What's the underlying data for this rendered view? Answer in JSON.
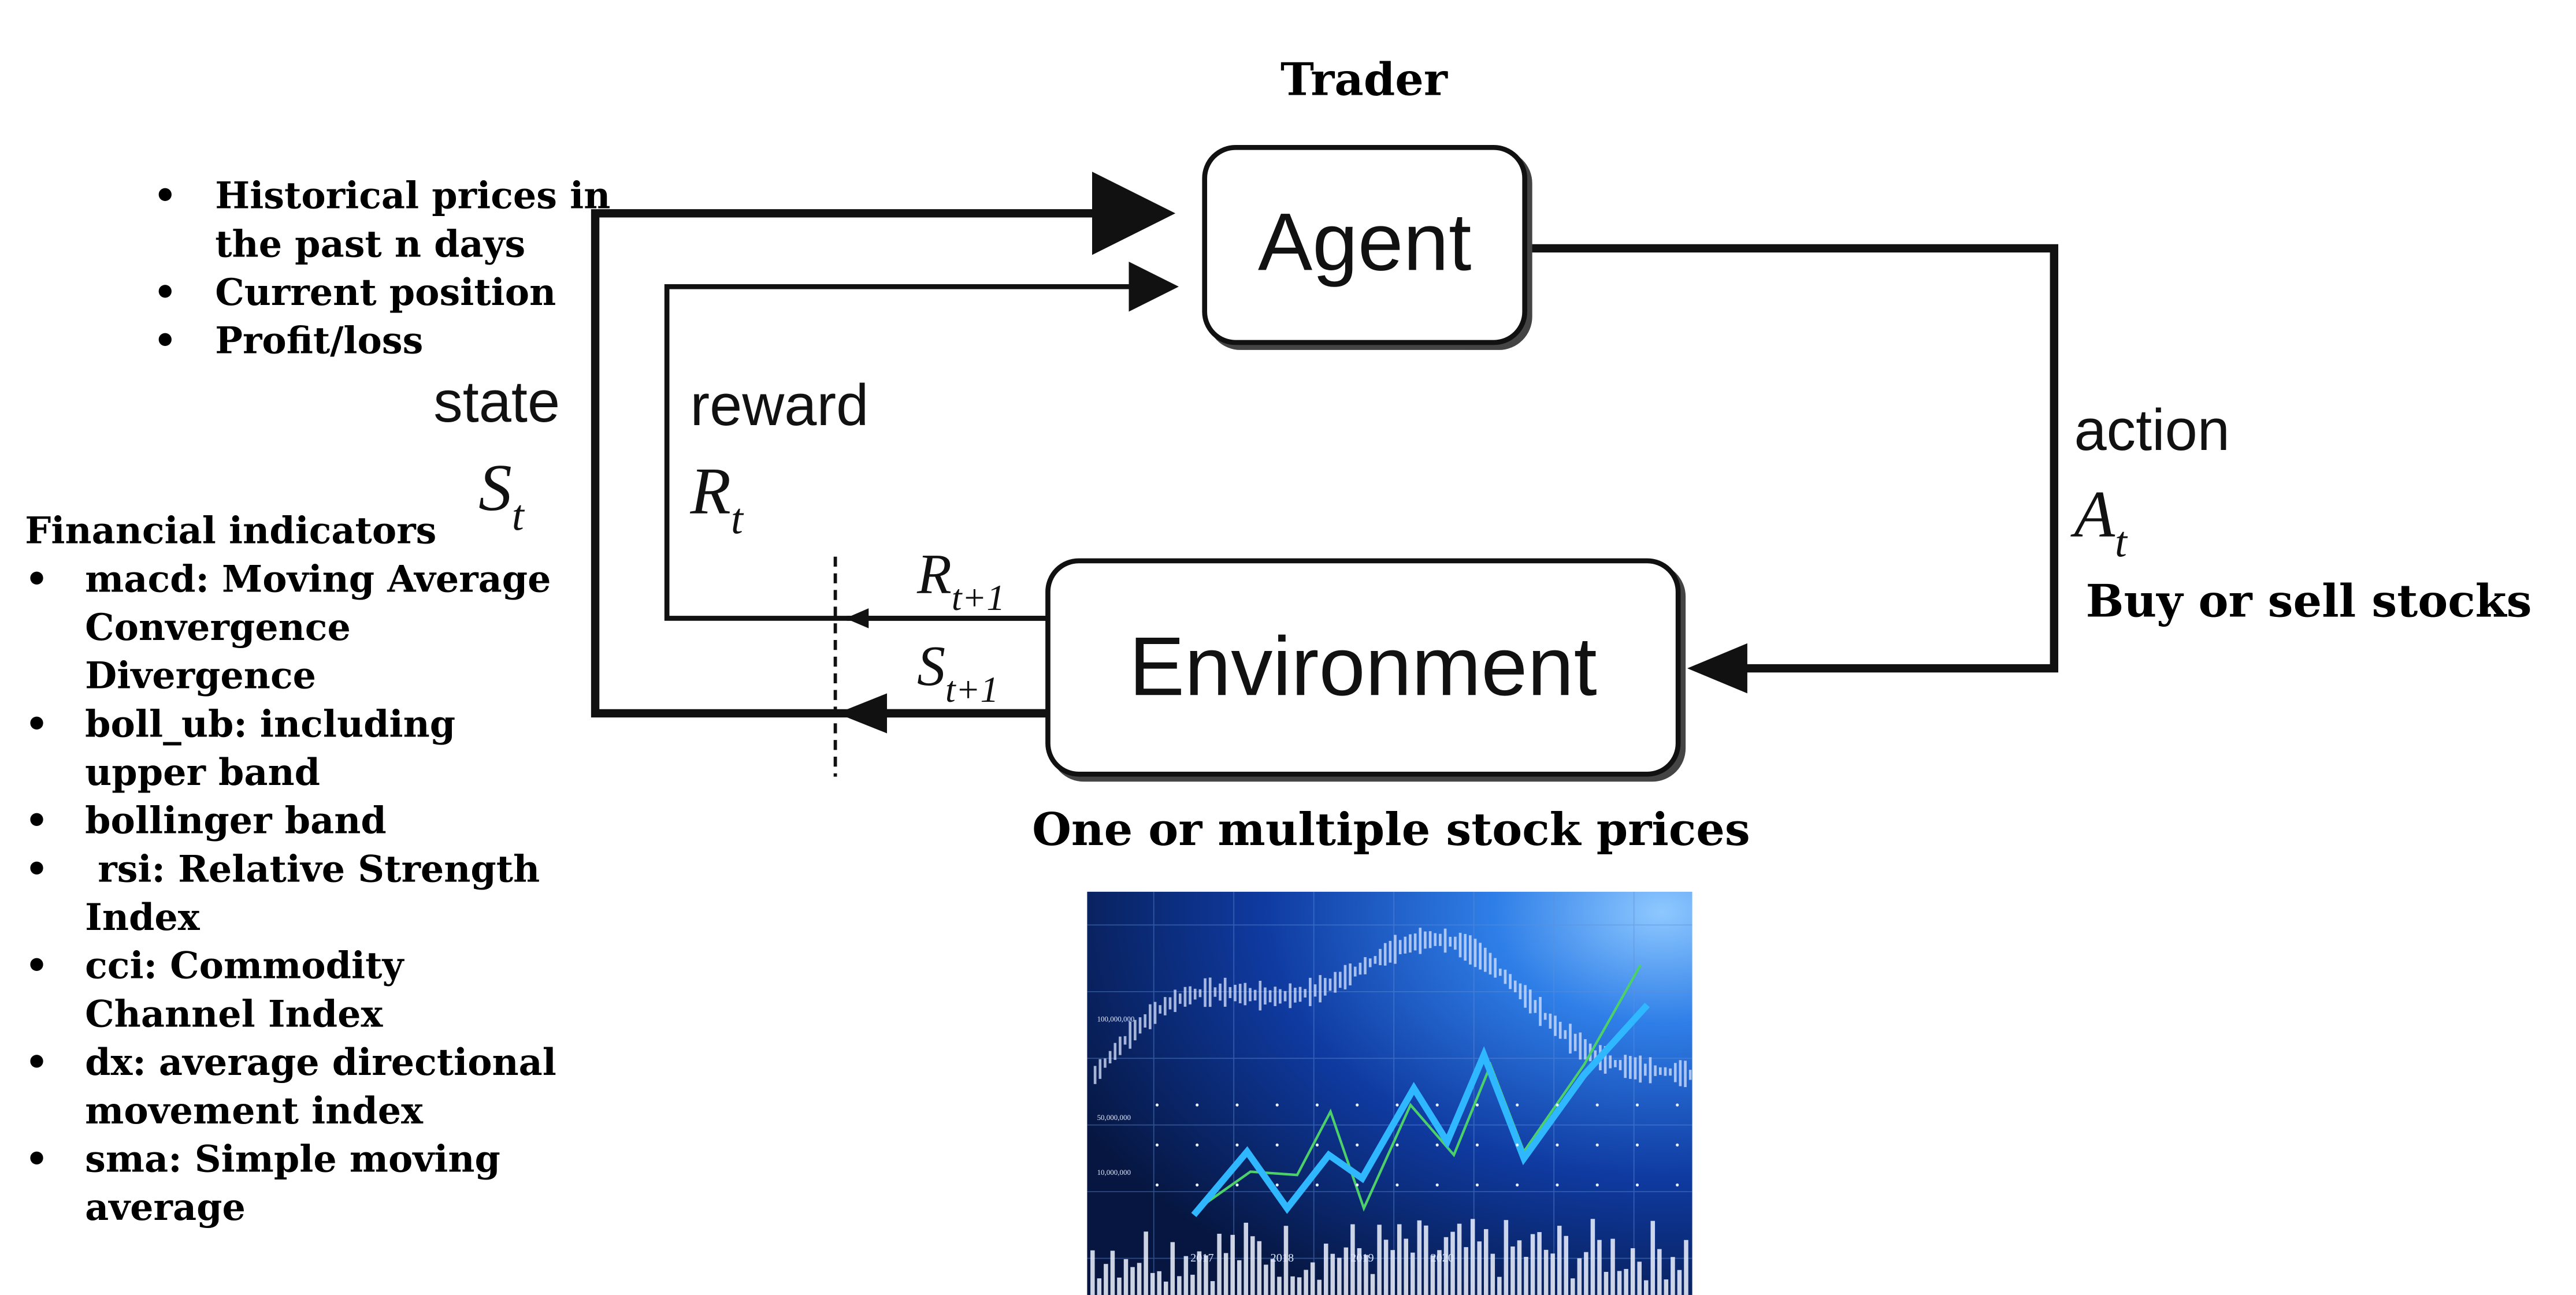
{
  "trader_label": "Trader",
  "agent_label": "Agent",
  "environment_label": "Environment",
  "state": {
    "word": "state",
    "symbol": "S",
    "sub": "t"
  },
  "reward": {
    "word": "reward",
    "symbol": "R",
    "sub": "t"
  },
  "action": {
    "word": "action",
    "symbol": "A",
    "sub": "t"
  },
  "next_reward": {
    "symbol": "R",
    "sub": "t+1"
  },
  "next_state": {
    "symbol": "S",
    "sub": "t+1"
  },
  "action_desc": "Buy or sell stocks",
  "env_desc": "One or multiple stock prices",
  "state_items": [
    "Historical prices in",
    "the past n days",
    "Current position",
    "Profit/loss"
  ],
  "indicators": {
    "title": "Financial indicators",
    "lines": [
      "macd: Moving Average",
      "Convergence",
      "Divergence",
      "boll_ub: including",
      "upper band",
      "bollinger band",
      " rsi: Relative Strength",
      "Index",
      "cci: Commodity",
      "Channel Index",
      "dx: average directional",
      "movement index",
      "sma: Simple moving",
      "average"
    ]
  },
  "chart_image": {
    "icon": "stock-chart-image",
    "axis_years": [
      "2017",
      "2018",
      "2019",
      "2020"
    ],
    "axis_values": [
      "100,000,000",
      "50,000,000",
      "10,000,000"
    ]
  },
  "colors": {
    "line": "#111111",
    "chart_bg": "#0d2a7a",
    "chart_glow": "#3a8cff",
    "trend": "#2fb8ff",
    "green": "#4cd06a"
  }
}
